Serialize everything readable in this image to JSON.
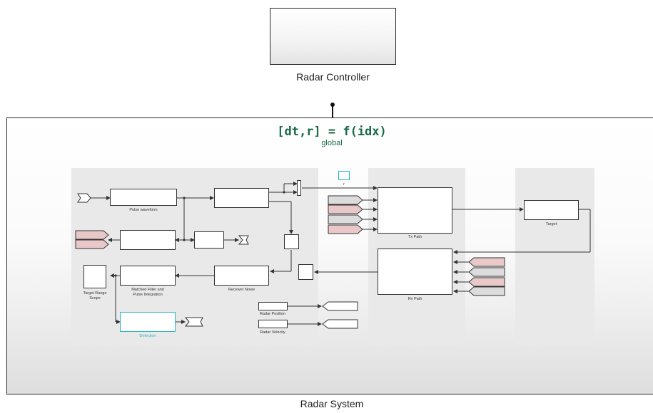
{
  "controller": {
    "label": "Radar Controller"
  },
  "system": {
    "label": "Radar System",
    "function_signature": "[dt,r] = f(idx)",
    "function_scope": "global"
  },
  "blocks": {
    "pulse_waveform": "Pulse waveform",
    "matched_filter_line1": "Matched Filter and",
    "matched_filter_line2": "Pulse Integration",
    "receiver_noise": "Receiver Noise",
    "target_range_scope_line1": "Target Range",
    "target_range_scope_line2": "Scope",
    "detection": "Detection",
    "tx_path": "Tx Path",
    "rx_path": "Rx Path",
    "target": "Target",
    "radar_position": "Radar Position",
    "radar_velocity": "Radar Velocity",
    "r_label": "r"
  },
  "colors": {
    "function_text": "#1a6a4a",
    "detection_border": "#28b5c4",
    "port_pink": "#e8c8c8",
    "port_gray": "#dcdcdc",
    "area_gray": "#e9e9e9"
  }
}
